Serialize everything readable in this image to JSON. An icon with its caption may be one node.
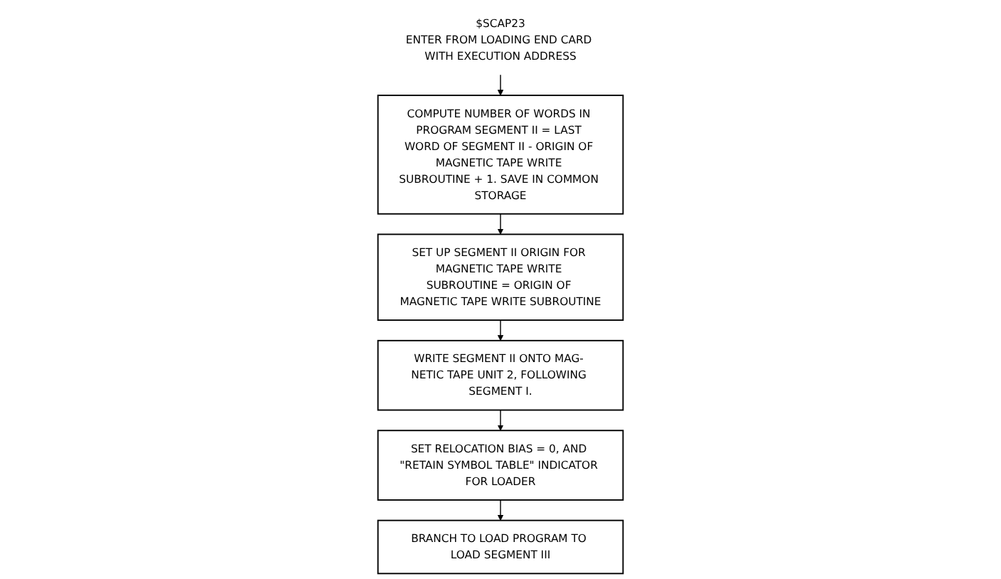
{
  "diagram": {
    "nodes": [
      {
        "text": [
          "$SCAP23",
          "ENTER FROM LOADING END CARD WITH EXECUTION ADDRESS"
        ]
      },
      {
        "text": [
          "COMPUTE NUMBER OF WORDS IN PROGRAM SEGMENT II = LAST WORD OF SEGMENT II - ORIGIN OF MAGNETIC TAPE WRITE SUBROUTINE + 1. SAVE IN COMMON STORAGE"
        ]
      },
      {
        "text": [
          "SET UP SEGMENT II ORIGIN FOR MAGNETIC TAPE WRITE SUBROUTINE = ORIGIN OF MAGNETIC TAPE WRITE SUBROUTINE"
        ]
      },
      {
        "text": [
          "WRITE SEGMENT II ONTO MAG- NETIC TAPE UNIT 2, FOLLOWING SEGMENT I."
        ]
      },
      {
        "text": [
          "SET RELOCATION BIAS = 0, AND \"RETAIN SYMBOL TABLE\" INDICATOR FOR LOADER"
        ]
      },
      {
        "text": [
          "BRANCH TO LOAD PROGRAM TO LOAD SEGMENT III"
        ]
      }
    ],
    "edges": [
      {
        "from": 0,
        "to": 1,
        "arrow": "to"
      },
      {
        "from": 1,
        "to": 2,
        "arrow": "to"
      },
      {
        "from": 2,
        "to": 3,
        "arrow": "to"
      },
      {
        "from": 3,
        "to": 4,
        "arrow": "to"
      },
      {
        "from": 4,
        "to": 5,
        "arrow": "to"
      }
    ]
  }
}
